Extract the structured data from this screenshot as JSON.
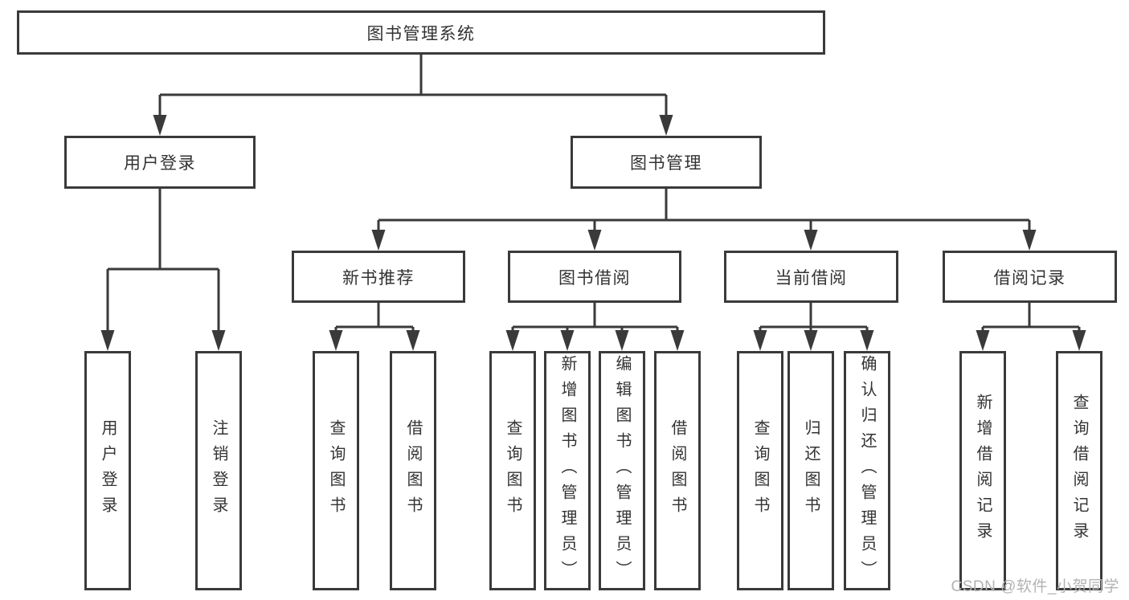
{
  "nodes": {
    "root": "图书管理系统",
    "user_login": "用户登录",
    "book_management": "图书管理",
    "new_book_recommend": "新书推荐",
    "book_borrowing": "图书借阅",
    "current_borrowing": "当前借阅",
    "borrowing_records": "借阅记录",
    "leaf_user_login": "用户登录",
    "leaf_logout": "注销登录",
    "leaf_query_books_rec": "查询图书",
    "leaf_borrow_books_rec": "借阅图书",
    "leaf_query_books_borrow": "查询图书",
    "leaf_add_book_admin": "新增图书（管理员）",
    "leaf_edit_book_admin": "编辑图书（管理员）",
    "leaf_borrow_books_borrow": "借阅图书",
    "leaf_query_books_current": "查询图书",
    "leaf_return_book": "归还图书",
    "leaf_confirm_return_admin": "确认归还（管理员）",
    "leaf_add_borrow_record": "新增借阅记录",
    "leaf_query_borrow_record": "查询借阅记录"
  },
  "watermark": "CSDN @软件_小贺同学",
  "colors": {
    "line": "#3a3a3a",
    "text": "#333333",
    "background": "#ffffff",
    "watermark": "#b3b3b3"
  }
}
